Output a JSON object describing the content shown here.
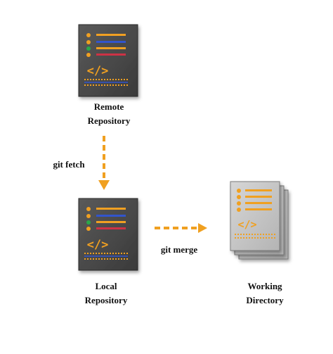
{
  "nodes": {
    "remote": {
      "line1": "Remote",
      "line2": "Repository"
    },
    "local": {
      "line1": "Local",
      "line2": "Repository"
    },
    "working": {
      "line1": "Working",
      "line2": "Directory"
    }
  },
  "edges": {
    "fetch": {
      "label": "git fetch"
    },
    "merge": {
      "label": "git merge"
    }
  },
  "colors": {
    "repo_fill": "#4b4b4b",
    "doc_fill": "#c8c8c8",
    "accent_orange": "#f0a020",
    "accent_blue": "#3355cc",
    "accent_red": "#cc3344",
    "accent_green": "#2aa84a"
  },
  "icons": {
    "remote": "code-file-icon",
    "local": "code-file-icon",
    "working": "stacked-documents-icon"
  }
}
